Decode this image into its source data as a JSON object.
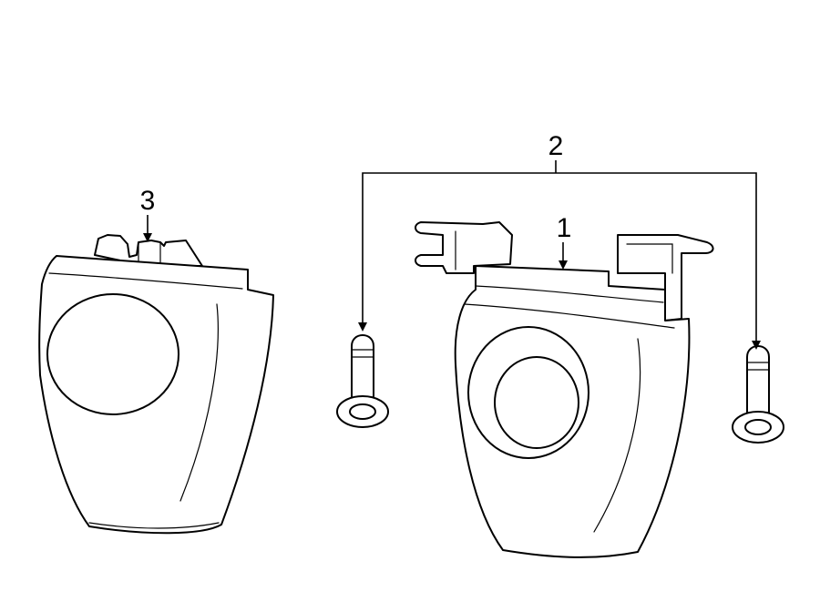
{
  "callouts": [
    {
      "id": "1",
      "label": "1"
    },
    {
      "id": "2",
      "label": "2"
    },
    {
      "id": "3",
      "label": "3"
    }
  ],
  "colors": {
    "line": "#000000",
    "fill": "#ffffff",
    "background": "#ffffff"
  }
}
